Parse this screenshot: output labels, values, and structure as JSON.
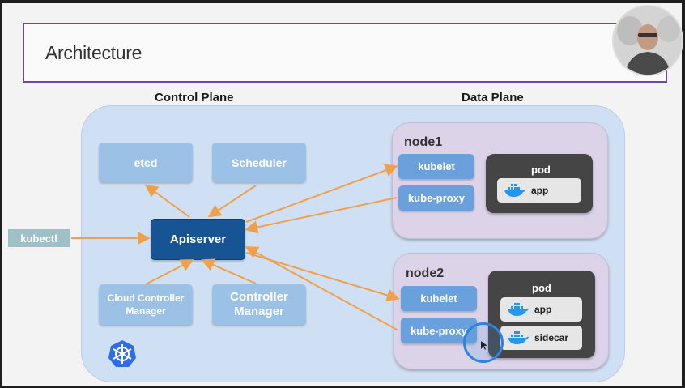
{
  "slide": {
    "title": "Architecture"
  },
  "planes": {
    "control": "Control Plane",
    "data": "Data Plane"
  },
  "control_plane": {
    "etcd": "etcd",
    "scheduler": "Scheduler",
    "apiserver": "Apiserver",
    "cloud_controller_manager": "Cloud Controller Manager",
    "controller_manager": "Controller Manager"
  },
  "kubectl": "kubectl",
  "nodes": [
    {
      "title": "node1",
      "kubelet": "kubelet",
      "kube_proxy": "kube-proxy",
      "pod": {
        "title": "pod",
        "containers": [
          "app"
        ]
      }
    },
    {
      "title": "node2",
      "kubelet": "kubelet",
      "kube_proxy": "kube-proxy",
      "pod": {
        "title": "pod",
        "containers": [
          "app",
          "sidecar"
        ]
      }
    }
  ],
  "colors": {
    "arrow": "#f0a04b",
    "apiserver": "#175493",
    "component_light": "#9cc1e6",
    "component_mid": "#6aa1dc",
    "cluster_bg": "#cfe0f4",
    "node_bg": "#ddd3e8",
    "pod_bg": "#454545",
    "title_border": "#6a4aa8"
  },
  "icons": [
    "docker-whale-icon",
    "kubernetes-logo-icon",
    "webcam-presenter",
    "cursor-arrow-icon"
  ]
}
